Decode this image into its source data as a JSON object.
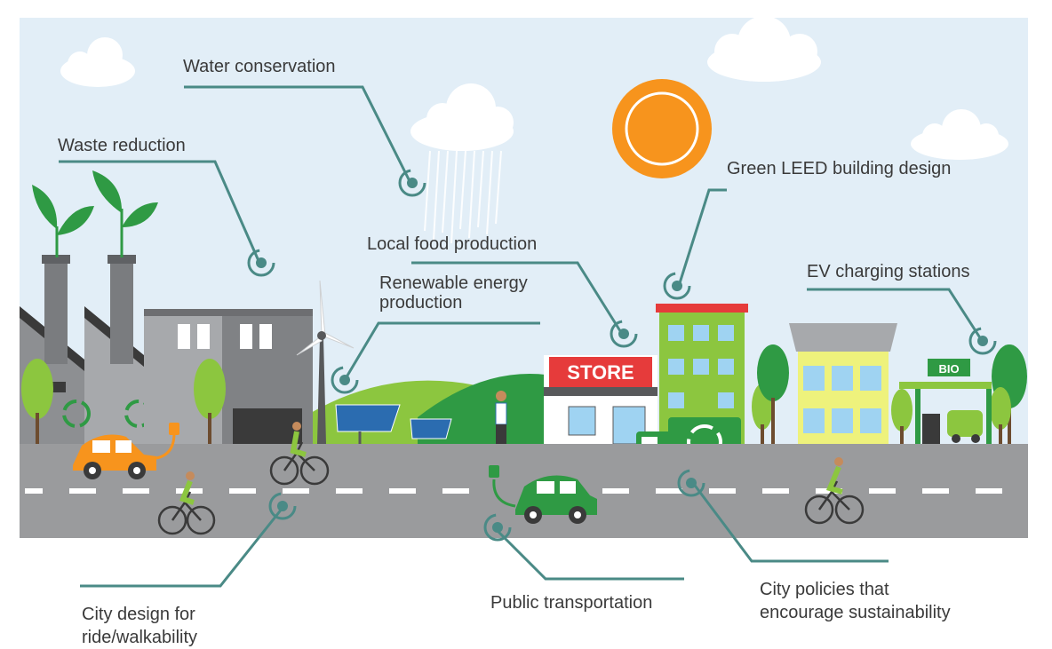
{
  "labels": {
    "water_conservation": "Water conservation",
    "waste_reduction": "Waste reduction",
    "green_leed": "Green LEED building design",
    "local_food": "Local food production",
    "renewable_line1": "Renewable energy",
    "renewable_line2": "production",
    "ev_charging": "EV charging stations",
    "city_design_line1": "City design for",
    "city_design_line2": "ride/walkability",
    "public_transport": "Public transportation",
    "city_policies_line1": "City policies that",
    "city_policies_line2": "encourage sustainability"
  },
  "signs": {
    "store": "STORE",
    "bio": "BIO"
  },
  "colors": {
    "sky": "#e2eef7",
    "road": "#9a9b9d",
    "leader": "#4a8a86",
    "green": "#2f9a44",
    "store_red": "#e63b3b",
    "sun": "#f7941d",
    "car_orange": "#f7941d"
  }
}
